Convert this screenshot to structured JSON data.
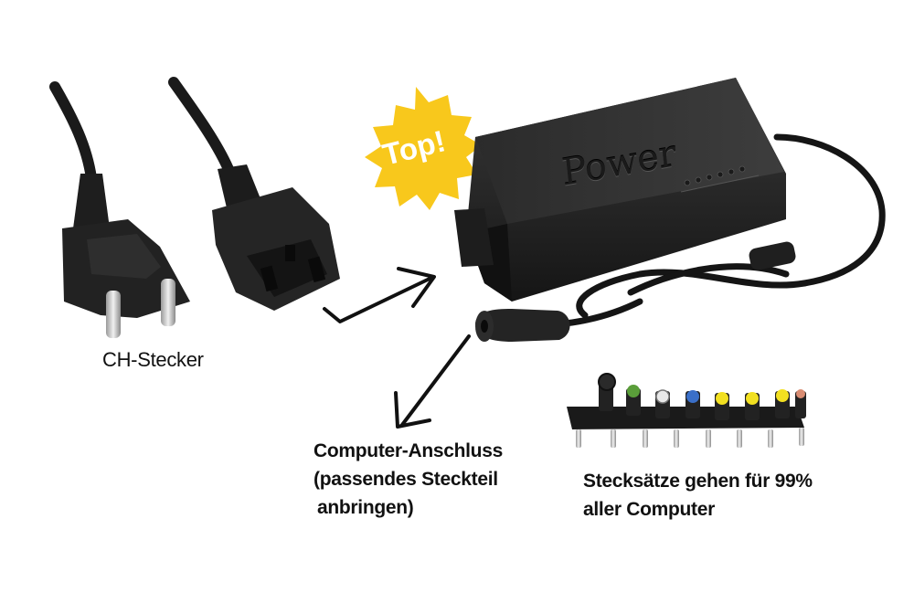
{
  "image": {
    "badge": {
      "text": "Top!",
      "color": "#f8c81c"
    },
    "adapter": {
      "brand_text": "Power",
      "body_color": "#262626"
    },
    "labels": {
      "plug": "CH-Stecker",
      "connector": [
        "Computer-Anschluss",
        "(passendes Steckteil",
        "anbringen)"
      ],
      "tips": [
        "Stecksätze gehen für 99%",
        "aller Computer"
      ]
    }
  }
}
